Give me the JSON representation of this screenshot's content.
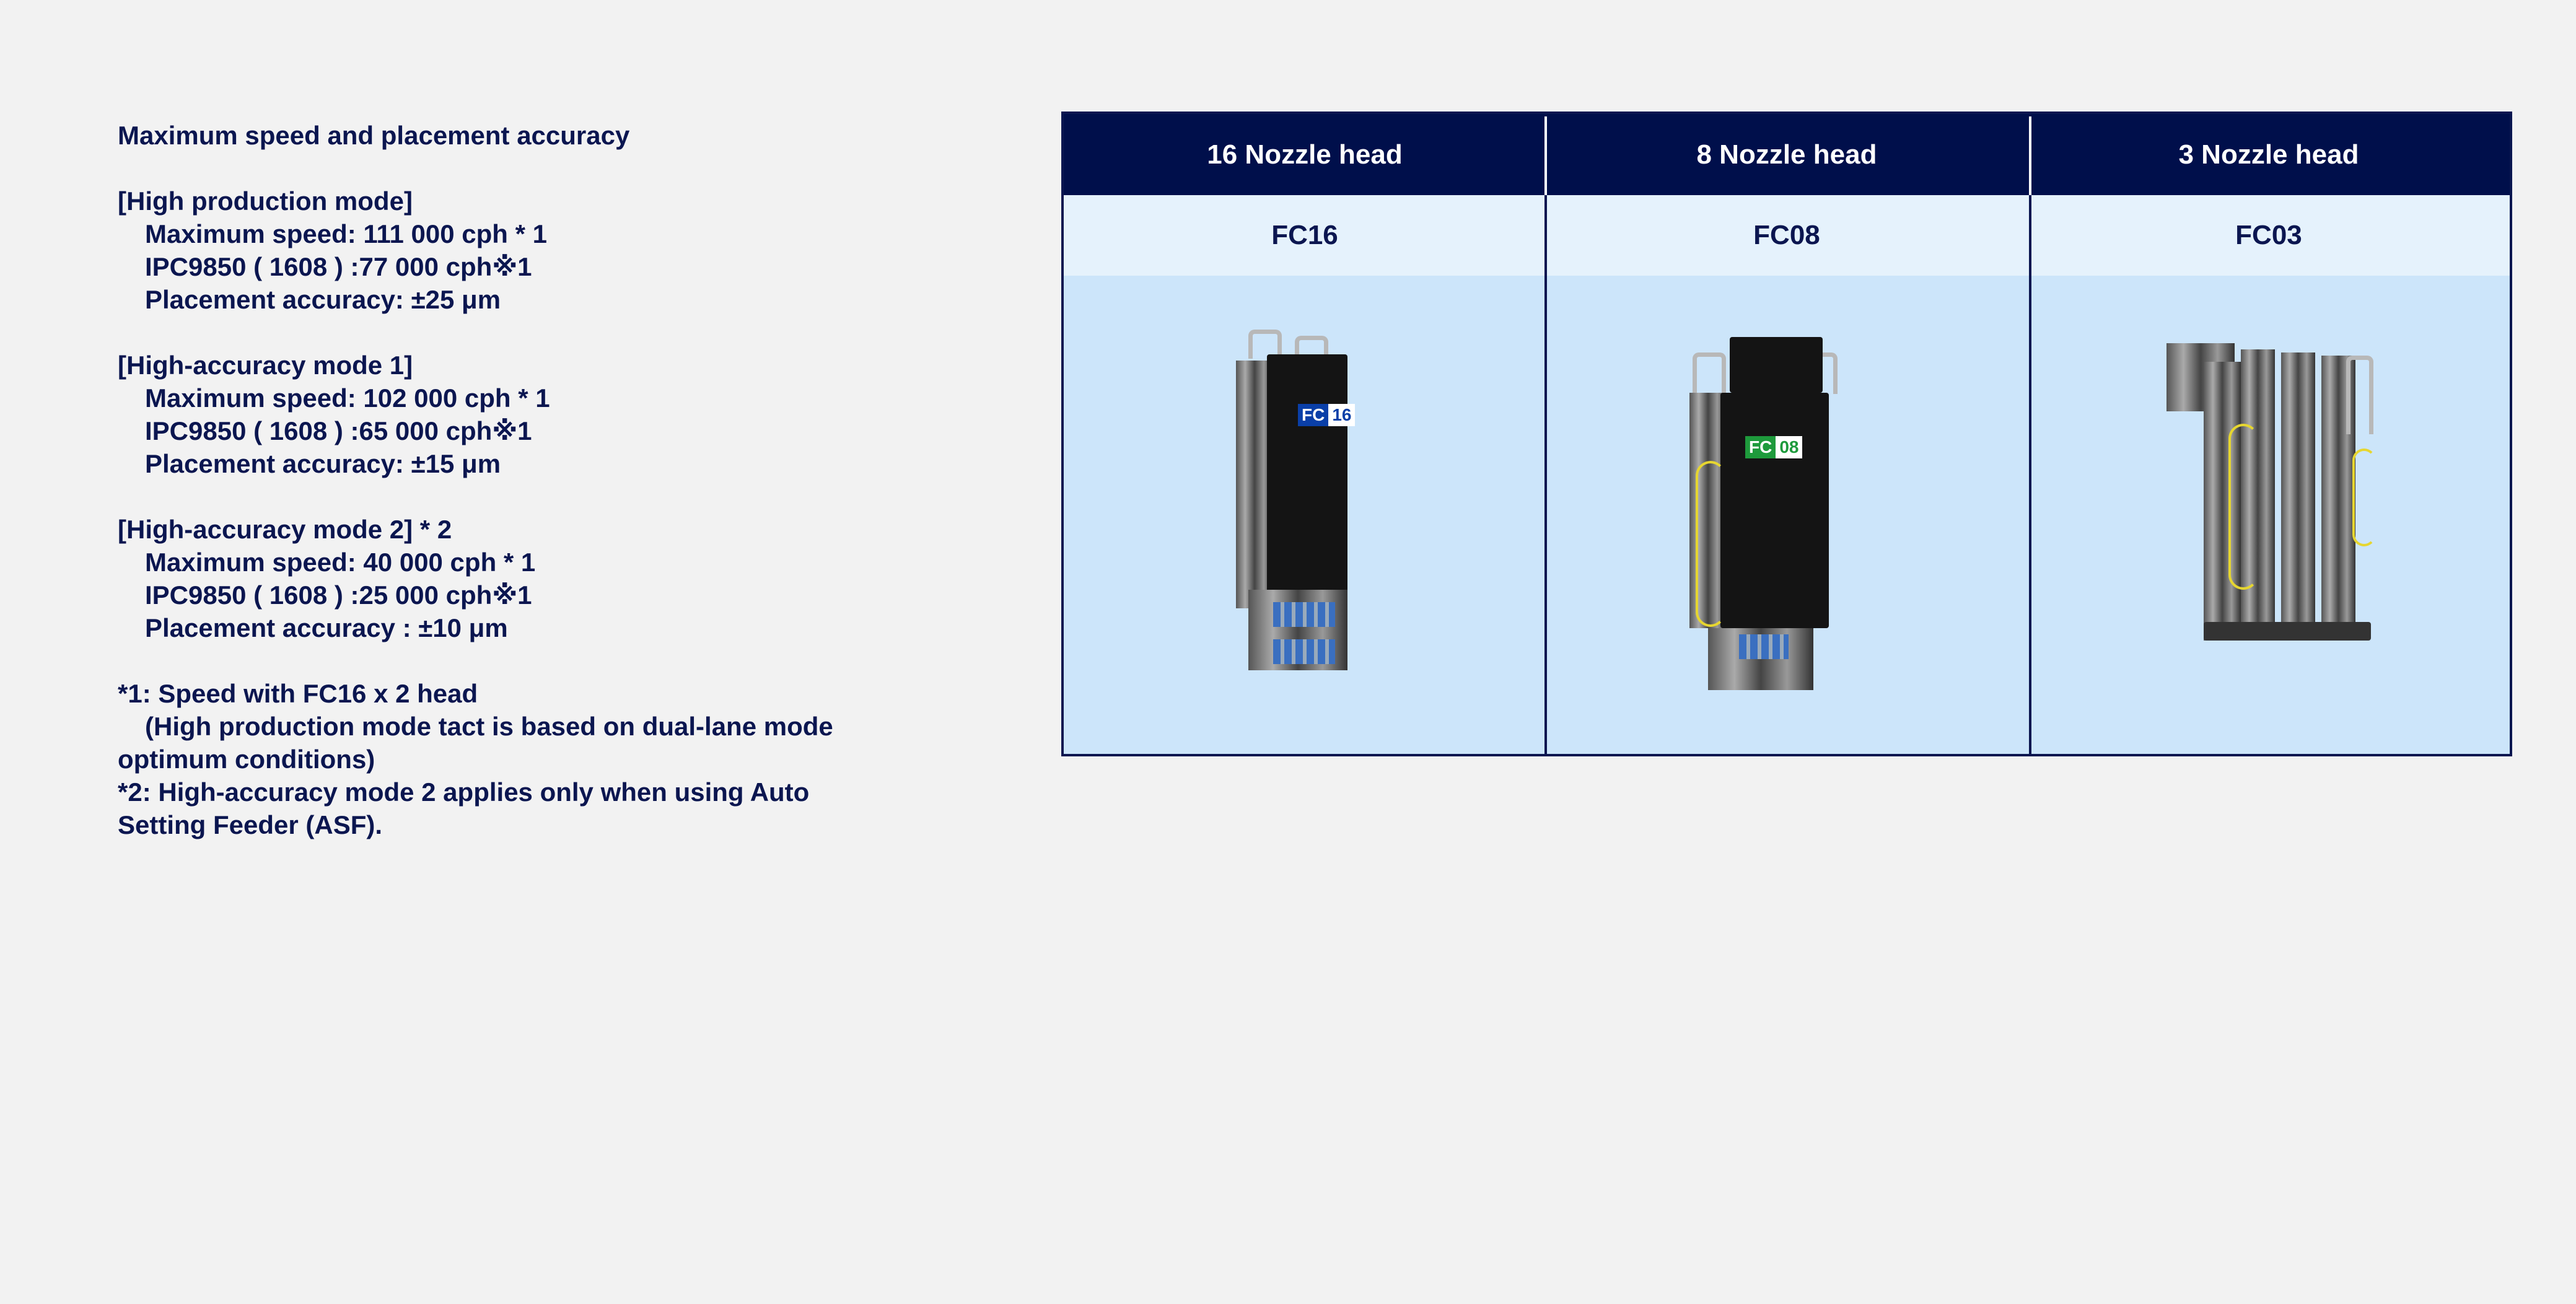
{
  "spec": {
    "title": "Maximum speed and placement accuracy",
    "modes": [
      {
        "name": "[High production mode]",
        "speed": "Maximum speed: 111 000 cph * 1",
        "ipc": "IPC9850 ( 1608 ) :77 000 cph※1",
        "accuracy": "Placement accuracy: ±25 μm"
      },
      {
        "name": "[High-accuracy mode 1]",
        "speed": "Maximum speed: 102 000 cph * 1",
        "ipc": "IPC9850 ( 1608 ) :65 000 cph※1",
        "accuracy": "Placement accuracy: ±15 μm"
      },
      {
        "name": "[High-accuracy mode 2] * 2",
        "speed": "Maximum speed: 40 000 cph * 1",
        "ipc": "IPC9850 ( 1608 ) :25 000 cph※1",
        "accuracy": "Placement accuracy : ±10 μm"
      }
    ],
    "notes": [
      "*1: Speed with FC16 x 2 head",
      "(High production mode tact is based on dual-lane mode",
      "optimum conditions)",
      "*2: High-accuracy mode 2 applies only when using Auto",
      "Setting Feeder (ASF)."
    ]
  },
  "table": {
    "columns": [
      {
        "header": "16 Nozzle head",
        "model": "FC16",
        "badge_left": "FC",
        "badge_right": "16",
        "badge_color": "#0a3fa8"
      },
      {
        "header": "8 Nozzle head",
        "model": "FC08",
        "badge_left": "FC",
        "badge_right": "08",
        "badge_color": "#1e9a3c"
      },
      {
        "header": "3 Nozzle head",
        "model": "FC03"
      }
    ]
  }
}
